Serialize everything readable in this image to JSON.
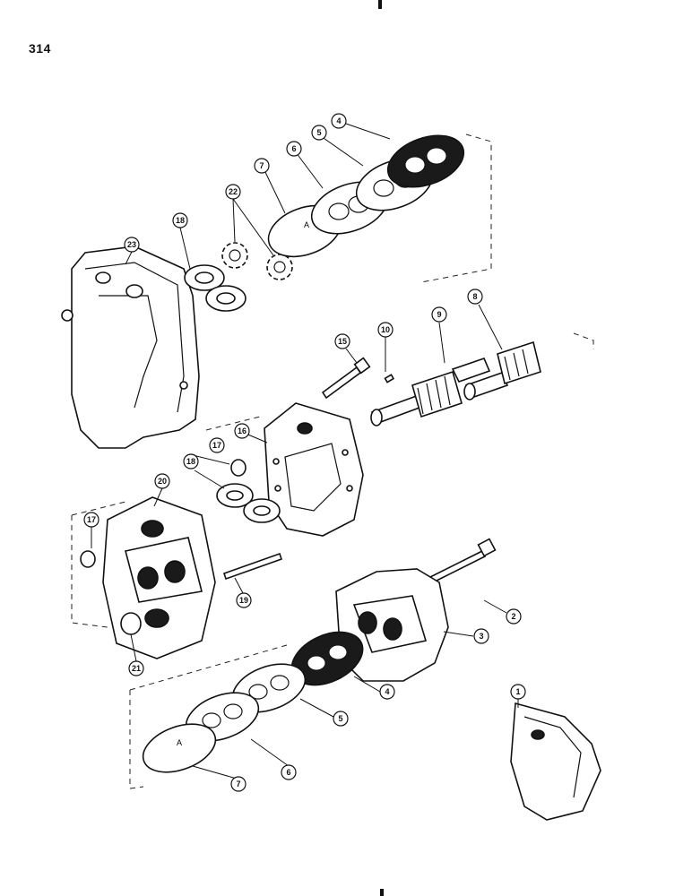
{
  "page": {
    "number": "314"
  },
  "callouts": [
    {
      "label": "1"
    },
    {
      "label": "2"
    },
    {
      "label": "3"
    },
    {
      "label": "4"
    },
    {
      "label": "4"
    },
    {
      "label": "5"
    },
    {
      "label": "5"
    },
    {
      "label": "6"
    },
    {
      "label": "6"
    },
    {
      "label": "7"
    },
    {
      "label": "7"
    },
    {
      "label": "8"
    },
    {
      "label": "9"
    },
    {
      "label": "10"
    },
    {
      "label": "15"
    },
    {
      "label": "16"
    },
    {
      "label": "17"
    },
    {
      "label": "17"
    },
    {
      "label": "18"
    },
    {
      "label": "18"
    },
    {
      "label": "19"
    },
    {
      "label": "20"
    },
    {
      "label": "21"
    },
    {
      "label": "22"
    },
    {
      "label": "23"
    }
  ]
}
